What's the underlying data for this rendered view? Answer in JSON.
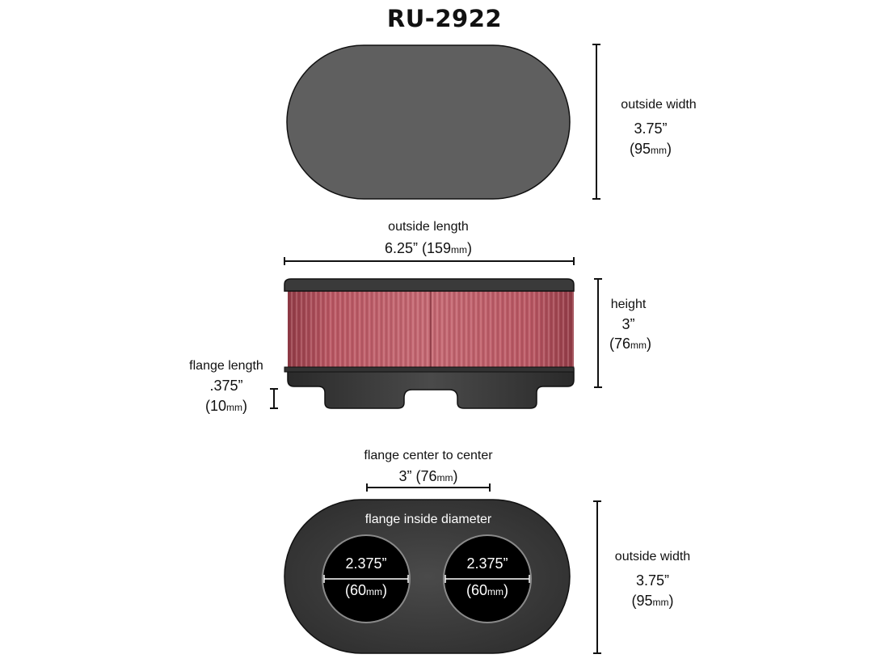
{
  "title": "RU-2922",
  "top_view": {
    "width_label": "outside width",
    "width_in": "3.75”",
    "width_mm_open": "(95",
    "width_mm_unit": "mm",
    "width_mm_close": ")"
  },
  "side_view": {
    "length_label": "outside length",
    "length_in": "6.25” (159",
    "length_mm_unit": "mm",
    "length_close": ")",
    "height_label": "height",
    "height_in": "3”",
    "height_mm_open": "(76",
    "height_mm_unit": "mm",
    "height_mm_close": ")",
    "flange_label": "flange length",
    "flange_in": ".375”",
    "flange_mm_open": "(10",
    "flange_mm_unit": "mm",
    "flange_mm_close": ")"
  },
  "bottom_view": {
    "center_label": "flange center to center",
    "center_in": "3” (76",
    "center_mm_unit": "mm",
    "center_close": ")",
    "inside_label": "flange inside diameter",
    "left_in": "2.375”",
    "left_mm_open": "(60",
    "left_mm_unit": "mm",
    "left_mm_close": ")",
    "right_in": "2.375”",
    "right_mm_open": "(60",
    "right_mm_unit": "mm",
    "right_mm_close": ")",
    "width_label": "outside width",
    "width_in": "3.75”",
    "width_mm_open": "(95",
    "width_mm_unit": "mm",
    "width_mm_close": ")"
  },
  "colors": {
    "cap": "#5f5f5f",
    "filter_media": "#b0505c",
    "rubber": "#3a3a3a",
    "opening": "#000000"
  }
}
